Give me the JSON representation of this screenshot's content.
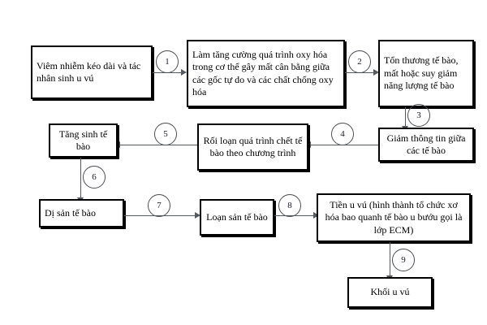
{
  "diagram": {
    "title": "Breast tumor pathogenesis flowchart",
    "nodes": [
      {
        "id": "n1",
        "label": "Viêm nhiễm kéo dài và tác nhân sinh u vú"
      },
      {
        "id": "n2",
        "label": "Làm tăng cường quá trình oxy hóa trong cơ thể gây mất cân bằng giữa các gốc tự do và các chất chống oxy hóa"
      },
      {
        "id": "n3",
        "label": "Tổn thương tế bào, mất hoặc suy giảm năng lượng tế bào"
      },
      {
        "id": "n4",
        "label": "Giảm thông tin giữa các tế bào"
      },
      {
        "id": "n5",
        "label": "Rối loạn quá trình chết tế bào theo chương trình"
      },
      {
        "id": "n6",
        "label": "Tăng sinh tế bào"
      },
      {
        "id": "n7",
        "label": "Dị sản tế bào"
      },
      {
        "id": "n8",
        "label": "Loạn sản tế bào"
      },
      {
        "id": "n9",
        "label": "Tiền u vú (hình thành tổ chức xơ hóa bao quanh tế bào u bướu gọi là lớp ECM)"
      },
      {
        "id": "n10",
        "label": "Khối u vú"
      }
    ],
    "markers": [
      {
        "id": "m1",
        "label": "1"
      },
      {
        "id": "m2",
        "label": "2"
      },
      {
        "id": "m3",
        "label": "3"
      },
      {
        "id": "m4",
        "label": "4"
      },
      {
        "id": "m5",
        "label": "5"
      },
      {
        "id": "m6",
        "label": "6"
      },
      {
        "id": "m7",
        "label": "7"
      },
      {
        "id": "m8",
        "label": "8"
      },
      {
        "id": "m9",
        "label": "9"
      }
    ]
  }
}
